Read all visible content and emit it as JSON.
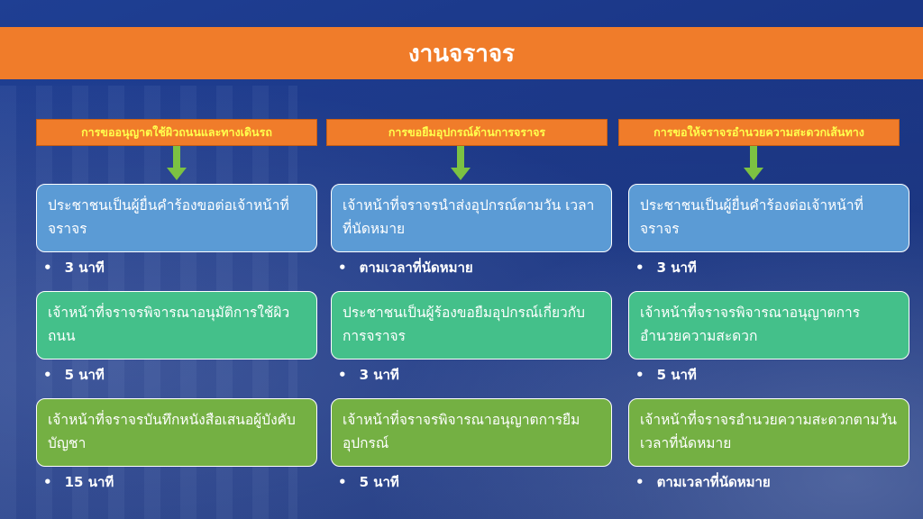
{
  "title": "งานจราจร",
  "colors": {
    "orange": "#f07c2a",
    "header_text": "#ffff4d",
    "blue_box": "#5b9bd5",
    "teal_box": "#44c08a",
    "green_box": "#74b043",
    "arrow": "#7cc242",
    "background": "#1f3f93"
  },
  "columns": [
    {
      "header": "การขออนุญาตใช้ผิวถนนและทางเดินรถ",
      "steps": [
        {
          "text": "ประชาชนเป็นผู้ยื่นคำร้องขอต่อเจ้าหน้าที่จราจร",
          "time": "3 นาที"
        },
        {
          "text": "เจ้าหน้าที่จราจรพิจารณาอนุมัติการใช้ผิวถนน",
          "time": "5 นาที"
        },
        {
          "text": "เจ้าหน้าที่จราจรบันทึกหนังสือเสนอผู้บังคับบัญชา",
          "time": "15 นาที"
        }
      ]
    },
    {
      "header": "การขอยืมอุปกรณ์ด้านการจราจร",
      "steps": [
        {
          "text": "เจ้าหน้าที่จราจรนำส่งอุปกรณ์ตามวัน เวลาที่นัดหมาย",
          "time": "ตามเวลาที่นัดหมาย"
        },
        {
          "text": "ประชาชนเป็นผู้ร้องขอยืมอุปกรณ์เกี่ยวกับการจราจร",
          "time": "3 นาที"
        },
        {
          "text": "เจ้าหน้าที่จราจรพิจารณาอนุญาตการยืมอุปกรณ์",
          "time": "5 นาที"
        }
      ]
    },
    {
      "header": "การขอให้จราจรอำนวยความสะดวกเส้นทาง",
      "steps": [
        {
          "text": "ประชาชนเป็นผู้ยื่นคำร้องต่อเจ้าหน้าที่จราจร",
          "time": "3 นาที"
        },
        {
          "text": "เจ้าหน้าที่จราจรพิจารณาอนุญาตการอำนวยความสะดวก",
          "time": "5 นาที"
        },
        {
          "text": "เจ้าหน้าที่จราจรอำนวยความสะดวกตามวัน เวลาที่นัดหมาย",
          "time": "ตามเวลาที่นัดหมาย"
        }
      ]
    }
  ]
}
